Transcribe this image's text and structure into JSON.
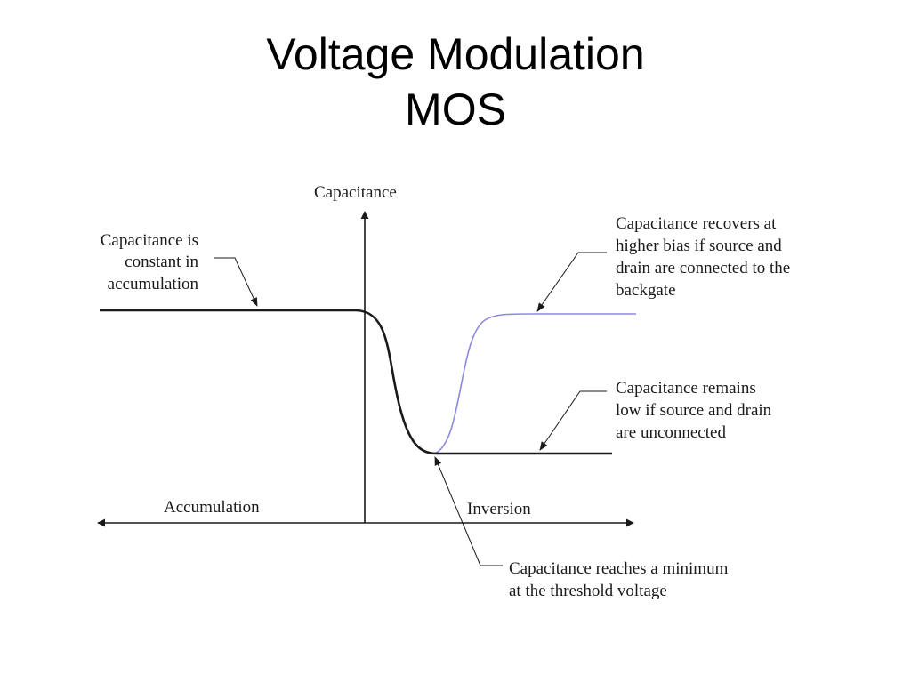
{
  "title": {
    "line1": "Voltage Modulation",
    "line2": "MOS"
  },
  "axes": {
    "y_label": "Capacitance",
    "x_left_label": "Accumulation",
    "x_right_label": "Inversion"
  },
  "annotations": {
    "accumulation": [
      "Capacitance is",
      "constant in",
      "accumulation"
    ],
    "recovers": [
      "Capacitance recovers at",
      "higher bias if source and",
      "drain are connected to the",
      "backgate"
    ],
    "remains_low": [
      "Capacitance remains",
      "low if source and drain",
      "are unconnected"
    ],
    "minimum": [
      "Capacitance reaches a minimum",
      "at the threshold voltage"
    ]
  },
  "colors": {
    "main_curve": "#1a1a1a",
    "recovery_curve": "#8a8ae0",
    "text": "#1a1a1a"
  }
}
